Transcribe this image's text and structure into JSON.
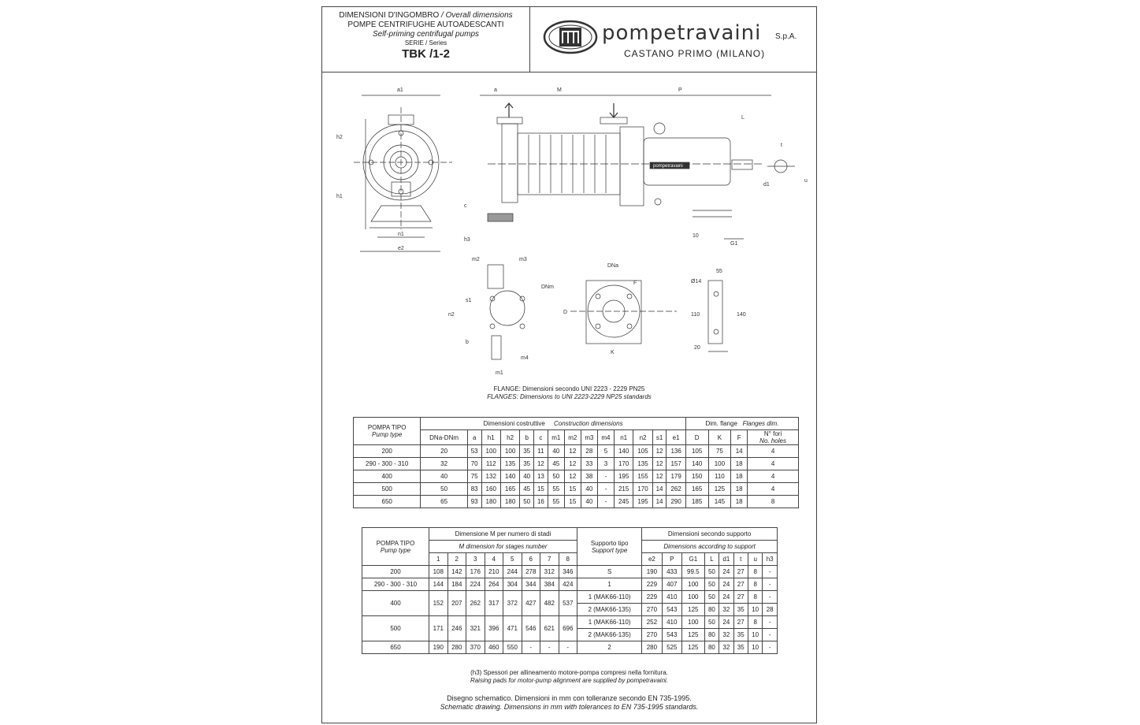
{
  "title": {
    "line1_it": "DIMENSIONI D'INGOMBRO",
    "line1_en": "/ Overall dimensions",
    "line2": "POMPE CENTRIFUGHE AUTOADESCANTI",
    "line3": "Self-priming centrifugal pumps",
    "series": "SERIE / Series",
    "model": "TBK /1-2"
  },
  "brand": {
    "name": "pompetravaini",
    "suffix": "S.p.A.",
    "city": "CASTANO PRIMO   (MILANO)"
  },
  "drawing_labels": {
    "a1": "a1",
    "h2": "h2",
    "h1": "h1",
    "n1": "n1",
    "e2": "e2",
    "a": "a",
    "M": "M",
    "P": "P",
    "L": "L",
    "c": "c",
    "h3": "h3",
    "ten": "10",
    "G1": "G1",
    "d1": "d1",
    "u": "u",
    "t": "t",
    "nameplate": "pompetravaini",
    "m2": "m2",
    "m3": "m3",
    "s1": "s1",
    "n2": "n2",
    "DNm": "DNm",
    "b": "b",
    "m4": "m4",
    "m1": "m1",
    "DNa": "DNa",
    "D": "D",
    "K": "K",
    "F": "F",
    "d14": "Ø14",
    "d55": "55",
    "d110": "110",
    "d140": "140",
    "d20": "20"
  },
  "flange_note": {
    "it_label": "FLANGE:",
    "it_text": "Dimensioni secondo UNI 2223 - 2229 PN25",
    "en_text": "FLANGES: Dimensions to UNI 2223-2229 NP25 standards"
  },
  "table1": {
    "pump_type": "POMPA TIPO",
    "pump_type_en": "Pump type",
    "group1": "Dimensioni costruttive",
    "group1_en": "Construction dimensions",
    "group2": "Dim. flange",
    "group2_en": "Flanges dim.",
    "cols": [
      "DNa-DNm",
      "a",
      "h1",
      "h2",
      "b",
      "c",
      "m1",
      "m2",
      "m3",
      "m4",
      "n1",
      "n2",
      "s1",
      "e1",
      "D",
      "K",
      "F"
    ],
    "holes": "N° fori",
    "holes_en": "No. holes",
    "rows": [
      [
        "200",
        "20",
        "53",
        "100",
        "100",
        "35",
        "11",
        "40",
        "12",
        "28",
        "5",
        "140",
        "105",
        "12",
        "136",
        "105",
        "75",
        "14",
        "4"
      ],
      [
        "290 - 300 - 310",
        "32",
        "70",
        "112",
        "135",
        "35",
        "12",
        "45",
        "12",
        "33",
        "3",
        "170",
        "135",
        "12",
        "157",
        "140",
        "100",
        "18",
        "4"
      ],
      [
        "400",
        "40",
        "75",
        "132",
        "140",
        "40",
        "13",
        "50",
        "12",
        "38",
        "-",
        "195",
        "155",
        "12",
        "179",
        "150",
        "110",
        "18",
        "4"
      ],
      [
        "500",
        "50",
        "83",
        "160",
        "165",
        "45",
        "15",
        "55",
        "15",
        "40",
        "-",
        "215",
        "170",
        "14",
        "262",
        "165",
        "125",
        "18",
        "4"
      ],
      [
        "650",
        "65",
        "93",
        "180",
        "180",
        "50",
        "16",
        "55",
        "15",
        "40",
        "-",
        "245",
        "195",
        "14",
        "290",
        "185",
        "145",
        "18",
        "8"
      ]
    ]
  },
  "table2": {
    "pump_type": "POMPA TIPO",
    "pump_type_en": "Pump type",
    "group1": "Dimensione M per numero di stadi",
    "group1_en": "M dimension for stages number",
    "support": "Supporto tipo",
    "support_en": "Support type",
    "group2": "Dimensioni secondo supporto",
    "group2_en": "Dimensions according to support",
    "stages": [
      "1",
      "2",
      "3",
      "4",
      "5",
      "6",
      "7",
      "8"
    ],
    "cols2": [
      "e2",
      "P",
      "G1",
      "L",
      "d1",
      "t",
      "u",
      "h3"
    ],
    "rows": [
      {
        "pump": "200",
        "m": [
          "108",
          "142",
          "176",
          "210",
          "244",
          "278",
          "312",
          "346"
        ],
        "supports": [
          [
            "S",
            "190",
            "433",
            "99.5",
            "50",
            "24",
            "27",
            "8",
            "-"
          ]
        ]
      },
      {
        "pump": "290 - 300 - 310",
        "m": [
          "144",
          "184",
          "224",
          "264",
          "304",
          "344",
          "384",
          "424"
        ],
        "supports": [
          [
            "1",
            "229",
            "407",
            "100",
            "50",
            "24",
            "27",
            "8",
            "-"
          ]
        ]
      },
      {
        "pump": "400",
        "m": [
          "152",
          "207",
          "262",
          "317",
          "372",
          "427",
          "482",
          "537"
        ],
        "supports": [
          [
            "1 (MAK66-110)",
            "229",
            "410",
            "100",
            "50",
            "24",
            "27",
            "8",
            "-"
          ],
          [
            "2 (MAK66-135)",
            "270",
            "543",
            "125",
            "80",
            "32",
            "35",
            "10",
            "28"
          ]
        ]
      },
      {
        "pump": "500",
        "m": [
          "171",
          "246",
          "321",
          "396",
          "471",
          "546",
          "621",
          "696"
        ],
        "supports": [
          [
            "1 (MAK66-110)",
            "252",
            "410",
            "100",
            "50",
            "24",
            "27",
            "8",
            "-"
          ],
          [
            "2 (MAK66-135)",
            "270",
            "543",
            "125",
            "80",
            "32",
            "35",
            "10",
            "-"
          ]
        ]
      },
      {
        "pump": "650",
        "m": [
          "190",
          "280",
          "370",
          "460",
          "550",
          "-",
          "-",
          "-"
        ],
        "supports": [
          [
            "2",
            "280",
            "525",
            "125",
            "80",
            "32",
            "35",
            "10",
            "-"
          ]
        ]
      }
    ]
  },
  "h3_note": {
    "it": "(h3)  Spessori per allineamento motore-pompa compresi nella fornitura.",
    "en": "Raising pads for motor-pump alignment are supplied by pompetravaini."
  },
  "footer": {
    "it": "Disegno schematico. Dimensioni in mm con tolleranze secondo EN 735-1995.",
    "en": "Schematic drawing. Dimensions in mm with tolerances to EN 735-1995 standards."
  }
}
